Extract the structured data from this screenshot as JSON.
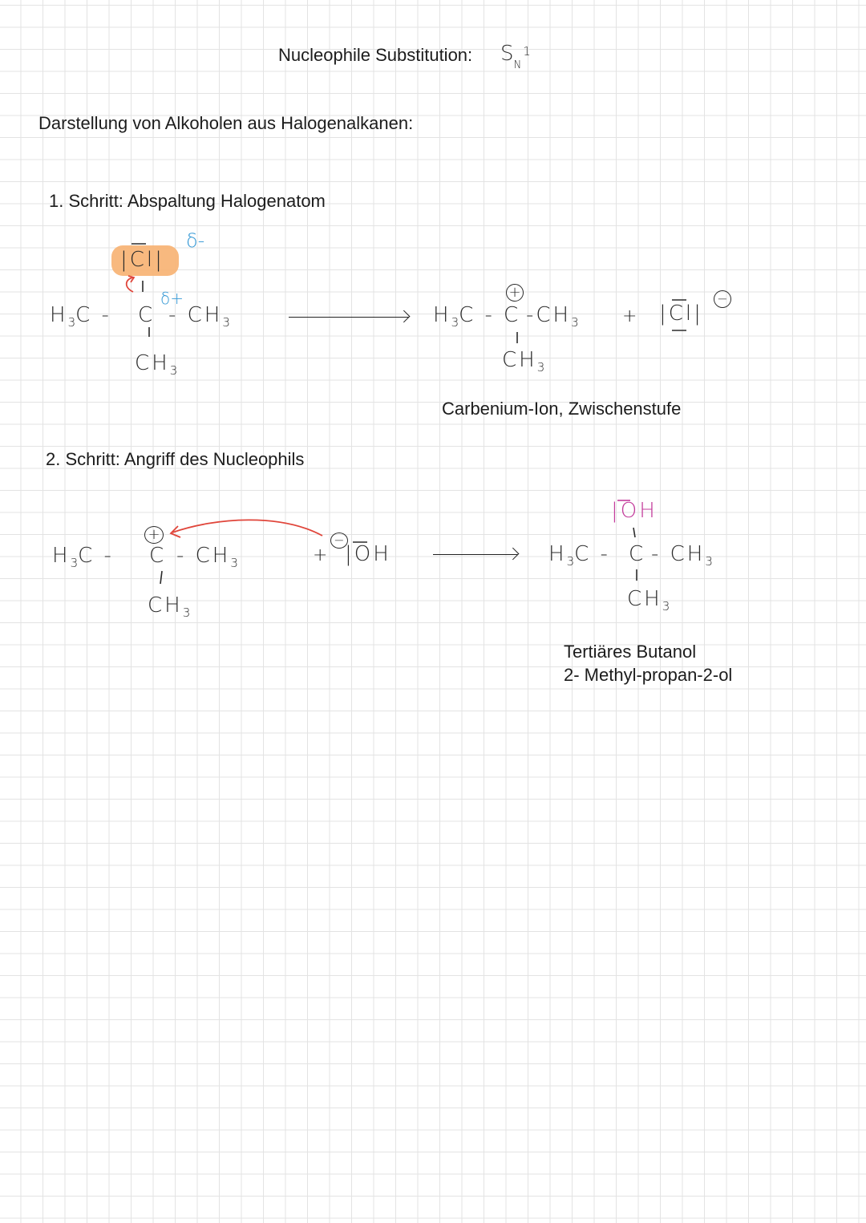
{
  "title": "Nucleophile Substitution:",
  "title_symbol": "S",
  "title_symbol_sub": "N",
  "title_symbol_sup": "1",
  "subtitle": "Darstellung von Alkoholen aus Halogenalkanen:",
  "step1": {
    "heading": "1. Schritt: Abspaltung Halogenatom",
    "reactant": {
      "cl_group": "|Cl|",
      "delta_minus": "δ-",
      "delta_plus": "δ+",
      "left_group": "H",
      "left_group_sub": "3",
      "left_group_end": "C -",
      "center_carbon": "C",
      "right_group": "- CH",
      "right_group_sub": "3",
      "bottom_group": "CH",
      "bottom_group_sub": "3"
    },
    "product": {
      "charge": "+",
      "left_group": "H",
      "left_group_sub": "3",
      "left_group_end": "C -",
      "center_carbon": "C",
      "right_group": "-CH",
      "right_group_sub": "3",
      "bottom_group": "CH",
      "bottom_group_sub": "3",
      "plus": "+",
      "chloride": "|Cl|",
      "chloride_charge": "−"
    },
    "caption": "Carbenium-Ion, Zwischenstufe"
  },
  "step2": {
    "heading": "2. Schritt: Angriff des Nucleophils",
    "reactant": {
      "charge": "+",
      "left_group": "H",
      "left_group_sub": "3",
      "left_group_end": "C -",
      "center_carbon": "C",
      "right_group": "- CH",
      "right_group_sub": "3",
      "bottom_group": "CH",
      "bottom_group_sub": "3",
      "plus": "+",
      "nucleophile": "|OH",
      "nucleophile_charge": "−"
    },
    "product": {
      "oh_group": "|OH",
      "left_group": "H",
      "left_group_sub": "3",
      "left_group_end": "C -",
      "center_carbon": "C",
      "right_group": "- CH",
      "right_group_sub": "3",
      "bottom_group": "CH",
      "bottom_group_sub": "3"
    },
    "caption_line1": "Tertiäres Butanol",
    "caption_line2": "2- Methyl-propan-2-ol"
  },
  "colors": {
    "highlight": "#f7b171",
    "blue_ink": "#3a9bd6",
    "red_arrow": "#e0453a",
    "pink_ink": "#c33b9b"
  }
}
